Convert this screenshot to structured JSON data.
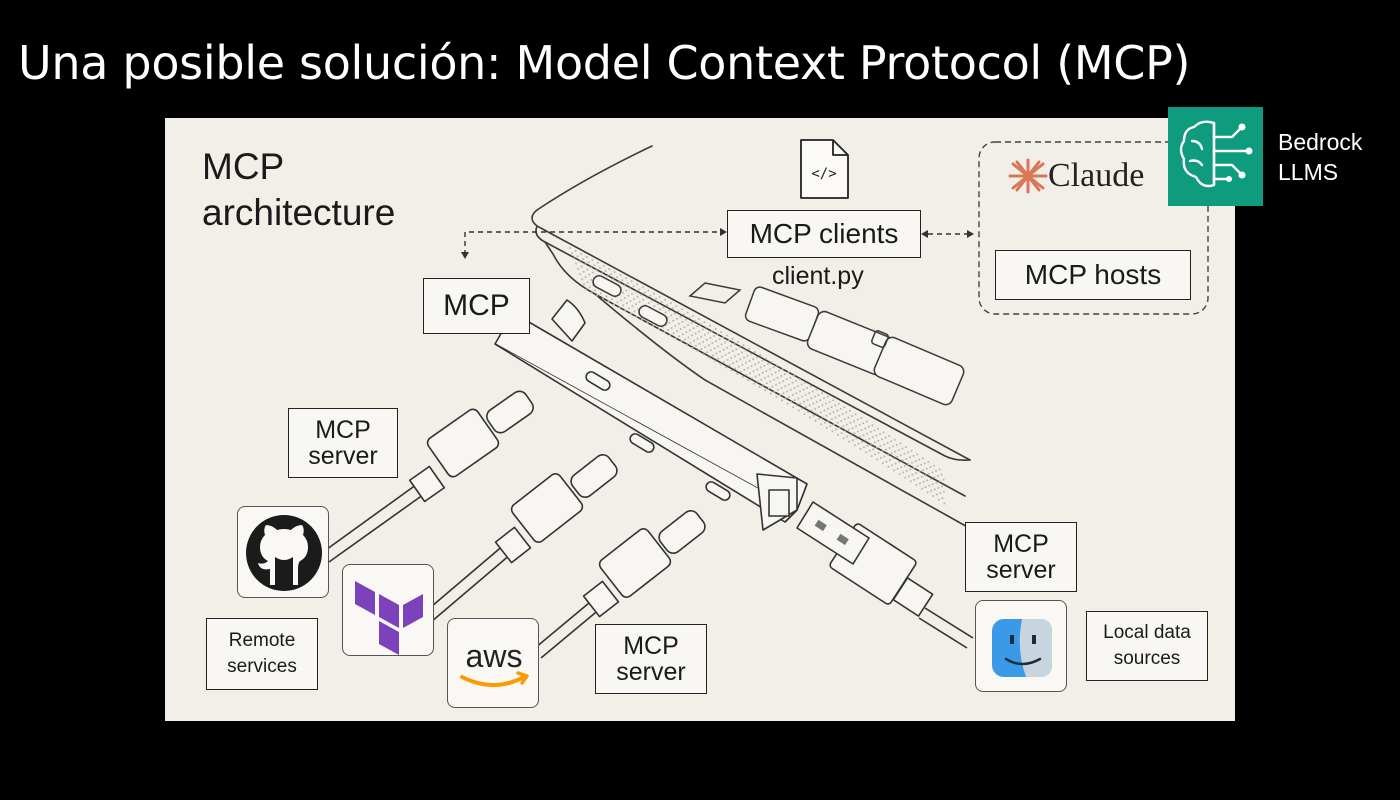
{
  "slide": {
    "title": "Una posible solución: Model Context Protocol (MCP)"
  },
  "diagram": {
    "title_line1": "MCP",
    "title_line2": "architecture",
    "mcp_clients_label": "MCP clients",
    "client_file": "client.py",
    "claude_label": "Claude",
    "mcp_hosts_label": "MCP hosts",
    "mcp_hub_label": "MCP",
    "server_top_left": {
      "line1": "MCP",
      "line2": "server"
    },
    "server_bottom": {
      "line1": "MCP",
      "line2": "server"
    },
    "server_right": {
      "line1": "MCP",
      "line2": "server"
    },
    "remote_services": {
      "line1": "Remote",
      "line2": "services"
    },
    "local_data_sources": {
      "line1": "Local data",
      "line2": "sources"
    },
    "aws_label": "aws",
    "icons": [
      "code-file-icon",
      "claude-asterisk-icon",
      "github-icon",
      "terraform-icon",
      "aws-icon",
      "finder-icon"
    ]
  },
  "badge": {
    "line1": "Bedrock",
    "line2": "LLMS",
    "color": "#0f9b7e",
    "icon": "brain-circuit-icon"
  },
  "colors": {
    "panel_bg": "#f1efe8",
    "claude_accent": "#d97757",
    "terraform": "#7b42bc",
    "aws_orange": "#f90"
  }
}
